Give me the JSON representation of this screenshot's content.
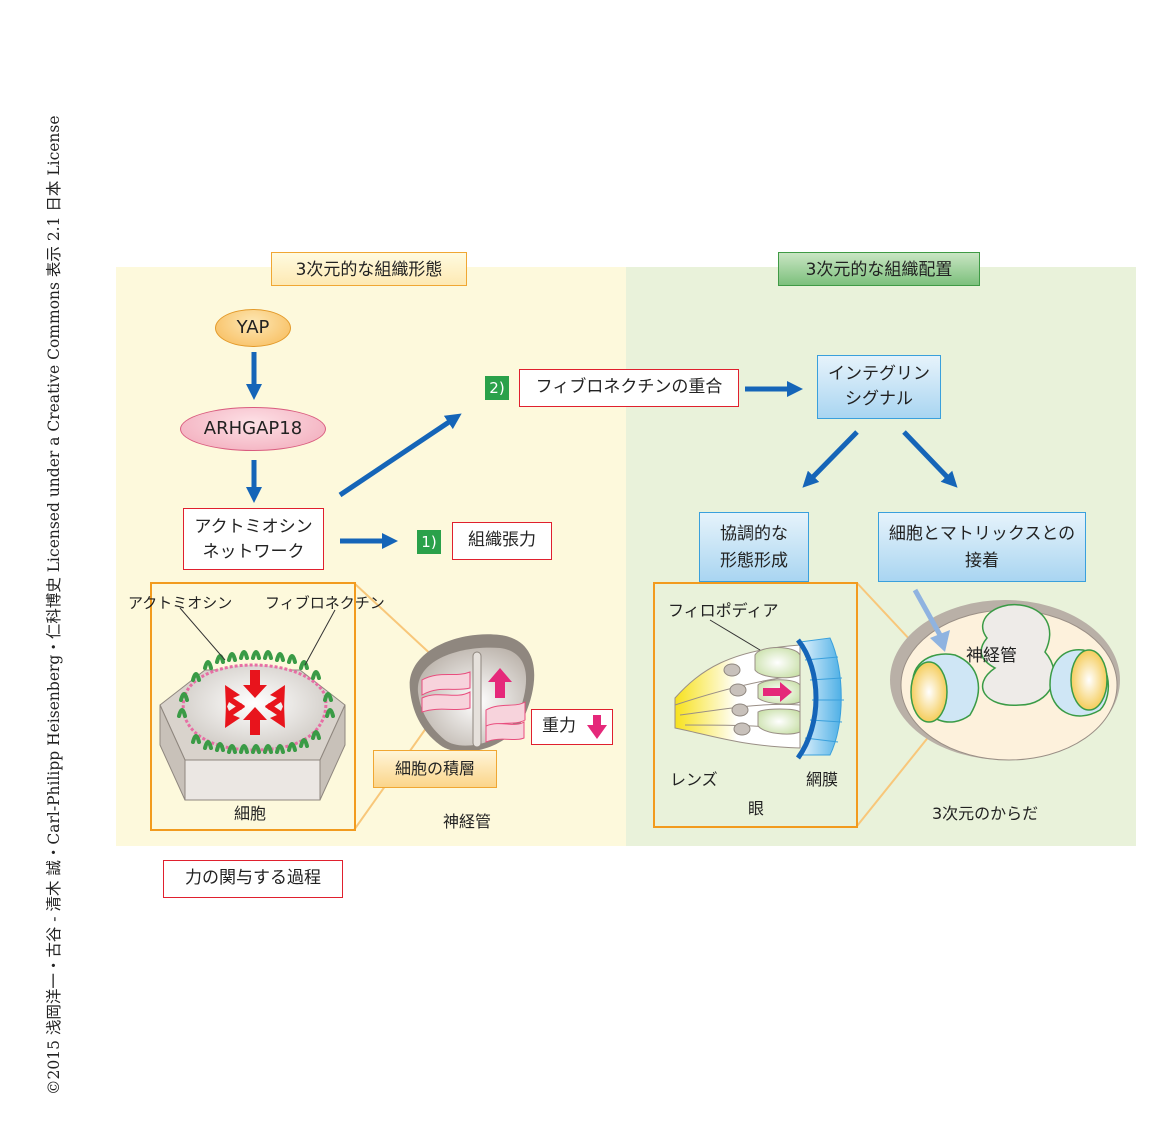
{
  "copyright": "©2015 浅岡洋一・古谷 - 清木 誠・Carl-Philipp Heisenberg・仁科博史 Licensed under a Creative Commons 表示 2.1 日本 License",
  "sections": {
    "left_title": "3次元的な組織形態",
    "right_title": "3次元的な組織配置"
  },
  "colors": {
    "left_bg": "#fdf9dc",
    "right_bg": "#e9f2da",
    "arrow_blue": "#1565b8",
    "red_border": "#e0202e",
    "badge_green": "#2aa14a",
    "orange_frame": "#f29b1e",
    "force_red": "#e8141c",
    "magenta_arrow": "#e5287a"
  },
  "nodes": {
    "yap": "YAP",
    "arhgap18": "ARHGAP18",
    "actomyosin_line1": "アクトミオシン",
    "actomyosin_line2": "ネットワーク",
    "badge1": "1)",
    "tissue_tension": "組織張力",
    "badge2": "2)",
    "fibronectin_polymerization": "フィブロネクチンの重合",
    "integrin_line1": "インテグリン",
    "integrin_line2": "シグナル",
    "coordinated_line1": "協調的な",
    "coordinated_line2": "形態形成",
    "adhesion_line1": "細胞とマトリックスとの",
    "adhesion_line2": "接着"
  },
  "illustrations": {
    "cell": {
      "label_actomyosin": "アクトミオシン",
      "label_fibronectin": "フィブロネクチン",
      "caption": "細胞"
    },
    "neural_tube": {
      "gravity": "重力",
      "cell_stacking": "細胞の積層",
      "caption": "神経管"
    },
    "eye": {
      "filopodia": "フィロポディア",
      "lens": "レンズ",
      "retina": "網膜",
      "caption": "眼"
    },
    "body3d": {
      "neural_tube": "神経管",
      "caption": "3次元のからだ"
    }
  },
  "legend": "力の関与する過程"
}
